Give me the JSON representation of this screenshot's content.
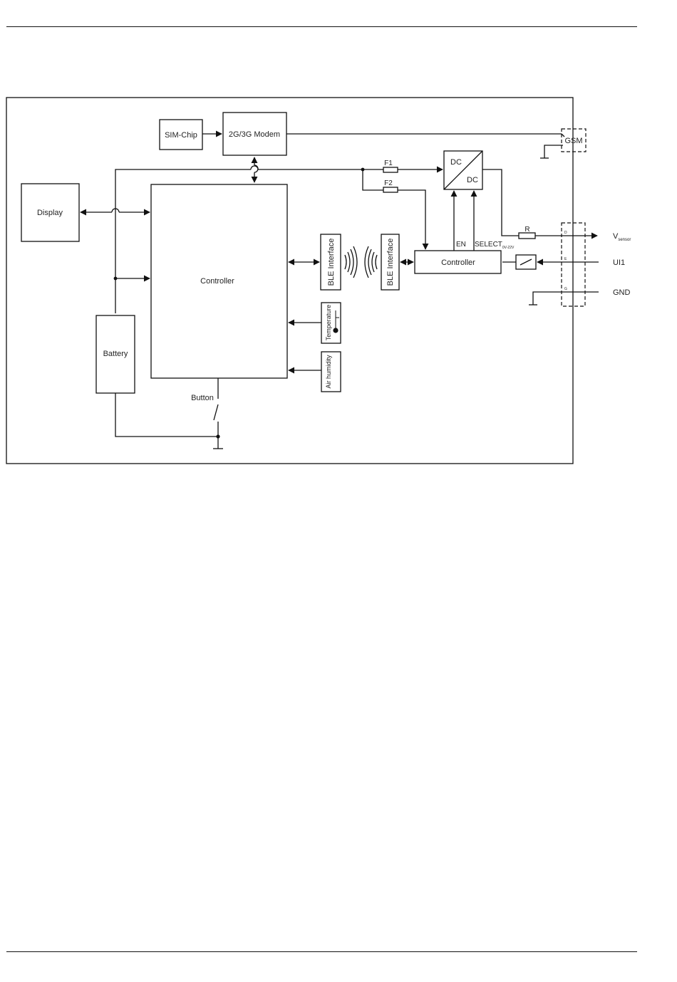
{
  "diagram": {
    "blocks": {
      "sim_chip": "SIM-Chip",
      "modem": "2G/3G Modem",
      "display": "Display",
      "controller_main": "Controller",
      "battery": "Battery",
      "ble_left": "BLE Interface",
      "ble_right": "BLE Interface",
      "controller_right": "Controller",
      "dc_top": "DC",
      "dc_bottom": "DC",
      "temperature": "Temperature",
      "air_humidity": "Air humidity"
    },
    "labels": {
      "button": "Button",
      "f1": "F1",
      "f2": "F2",
      "r": "R",
      "en": "EN",
      "select": "SELECT",
      "select_sub": "0V-22V",
      "gsm": "GSM",
      "v": "V",
      "v_sub": "sensor",
      "ui1": "UI1",
      "gnd": "GND",
      "pin_d": "D",
      "pin_e": "E",
      "pin_g": "G"
    }
  }
}
